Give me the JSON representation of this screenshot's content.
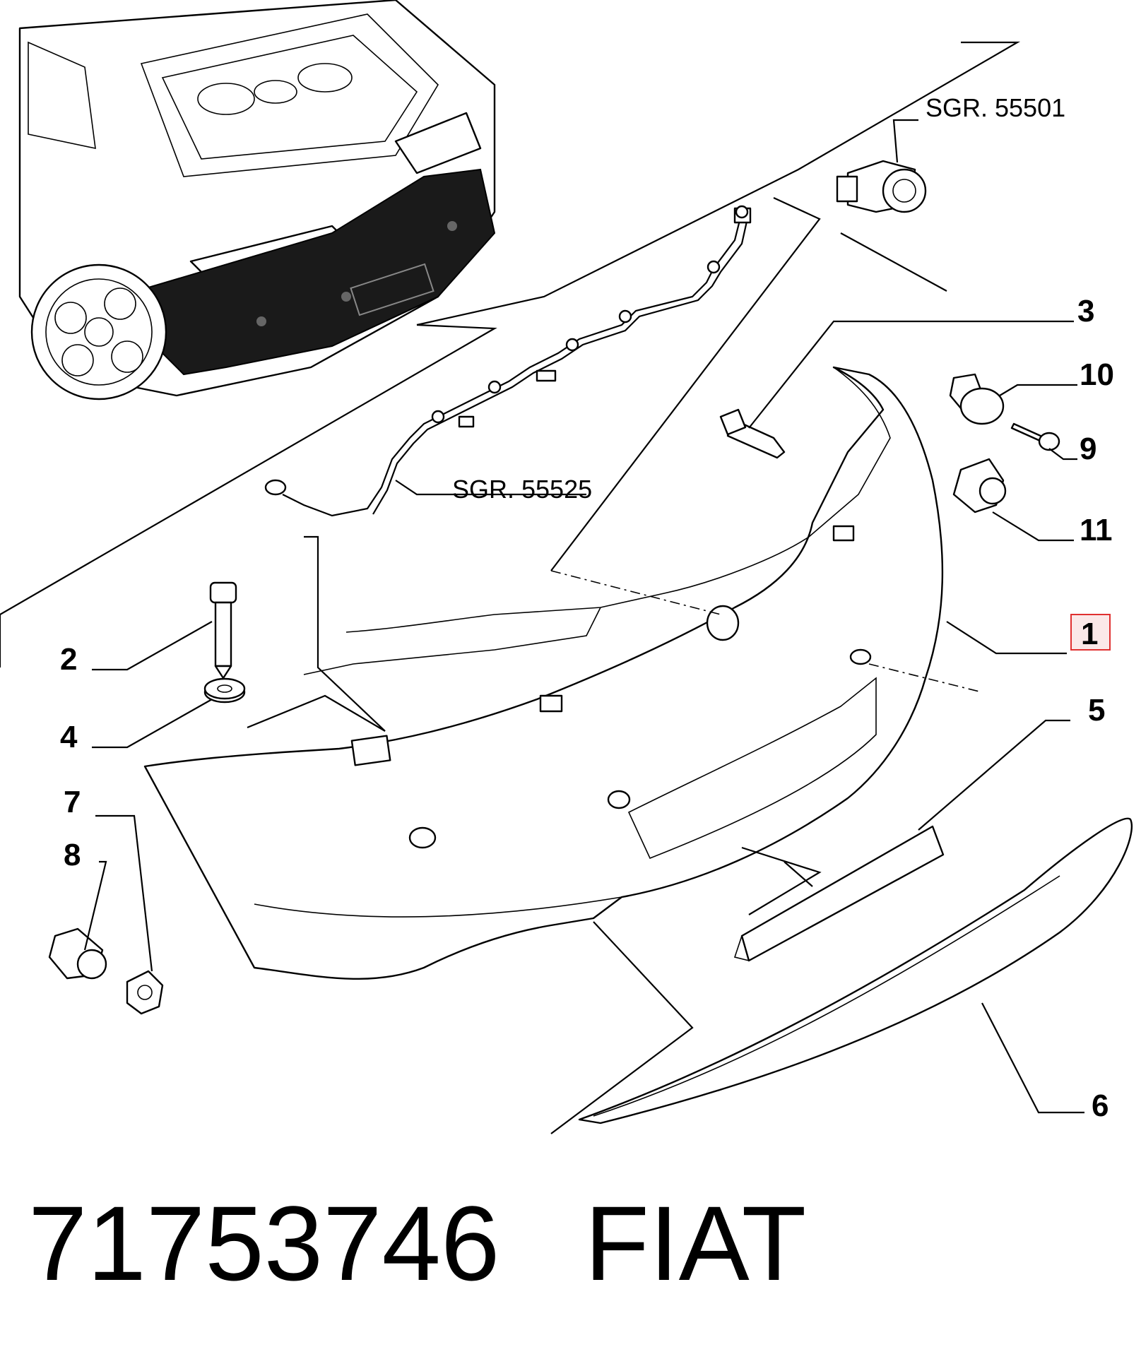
{
  "callouts": {
    "c1": "1",
    "c2": "2",
    "c3": "3",
    "c4": "4",
    "c5": "5",
    "c6": "6",
    "c7": "7",
    "c8": "8",
    "c9": "9",
    "c10": "10",
    "c11": "11"
  },
  "references": {
    "sensor": "SGR. 55501",
    "harness": "SGR. 55525"
  },
  "highlight_color": "#e03030",
  "footer": {
    "part_number": "71753746",
    "brand": "FIAT"
  }
}
